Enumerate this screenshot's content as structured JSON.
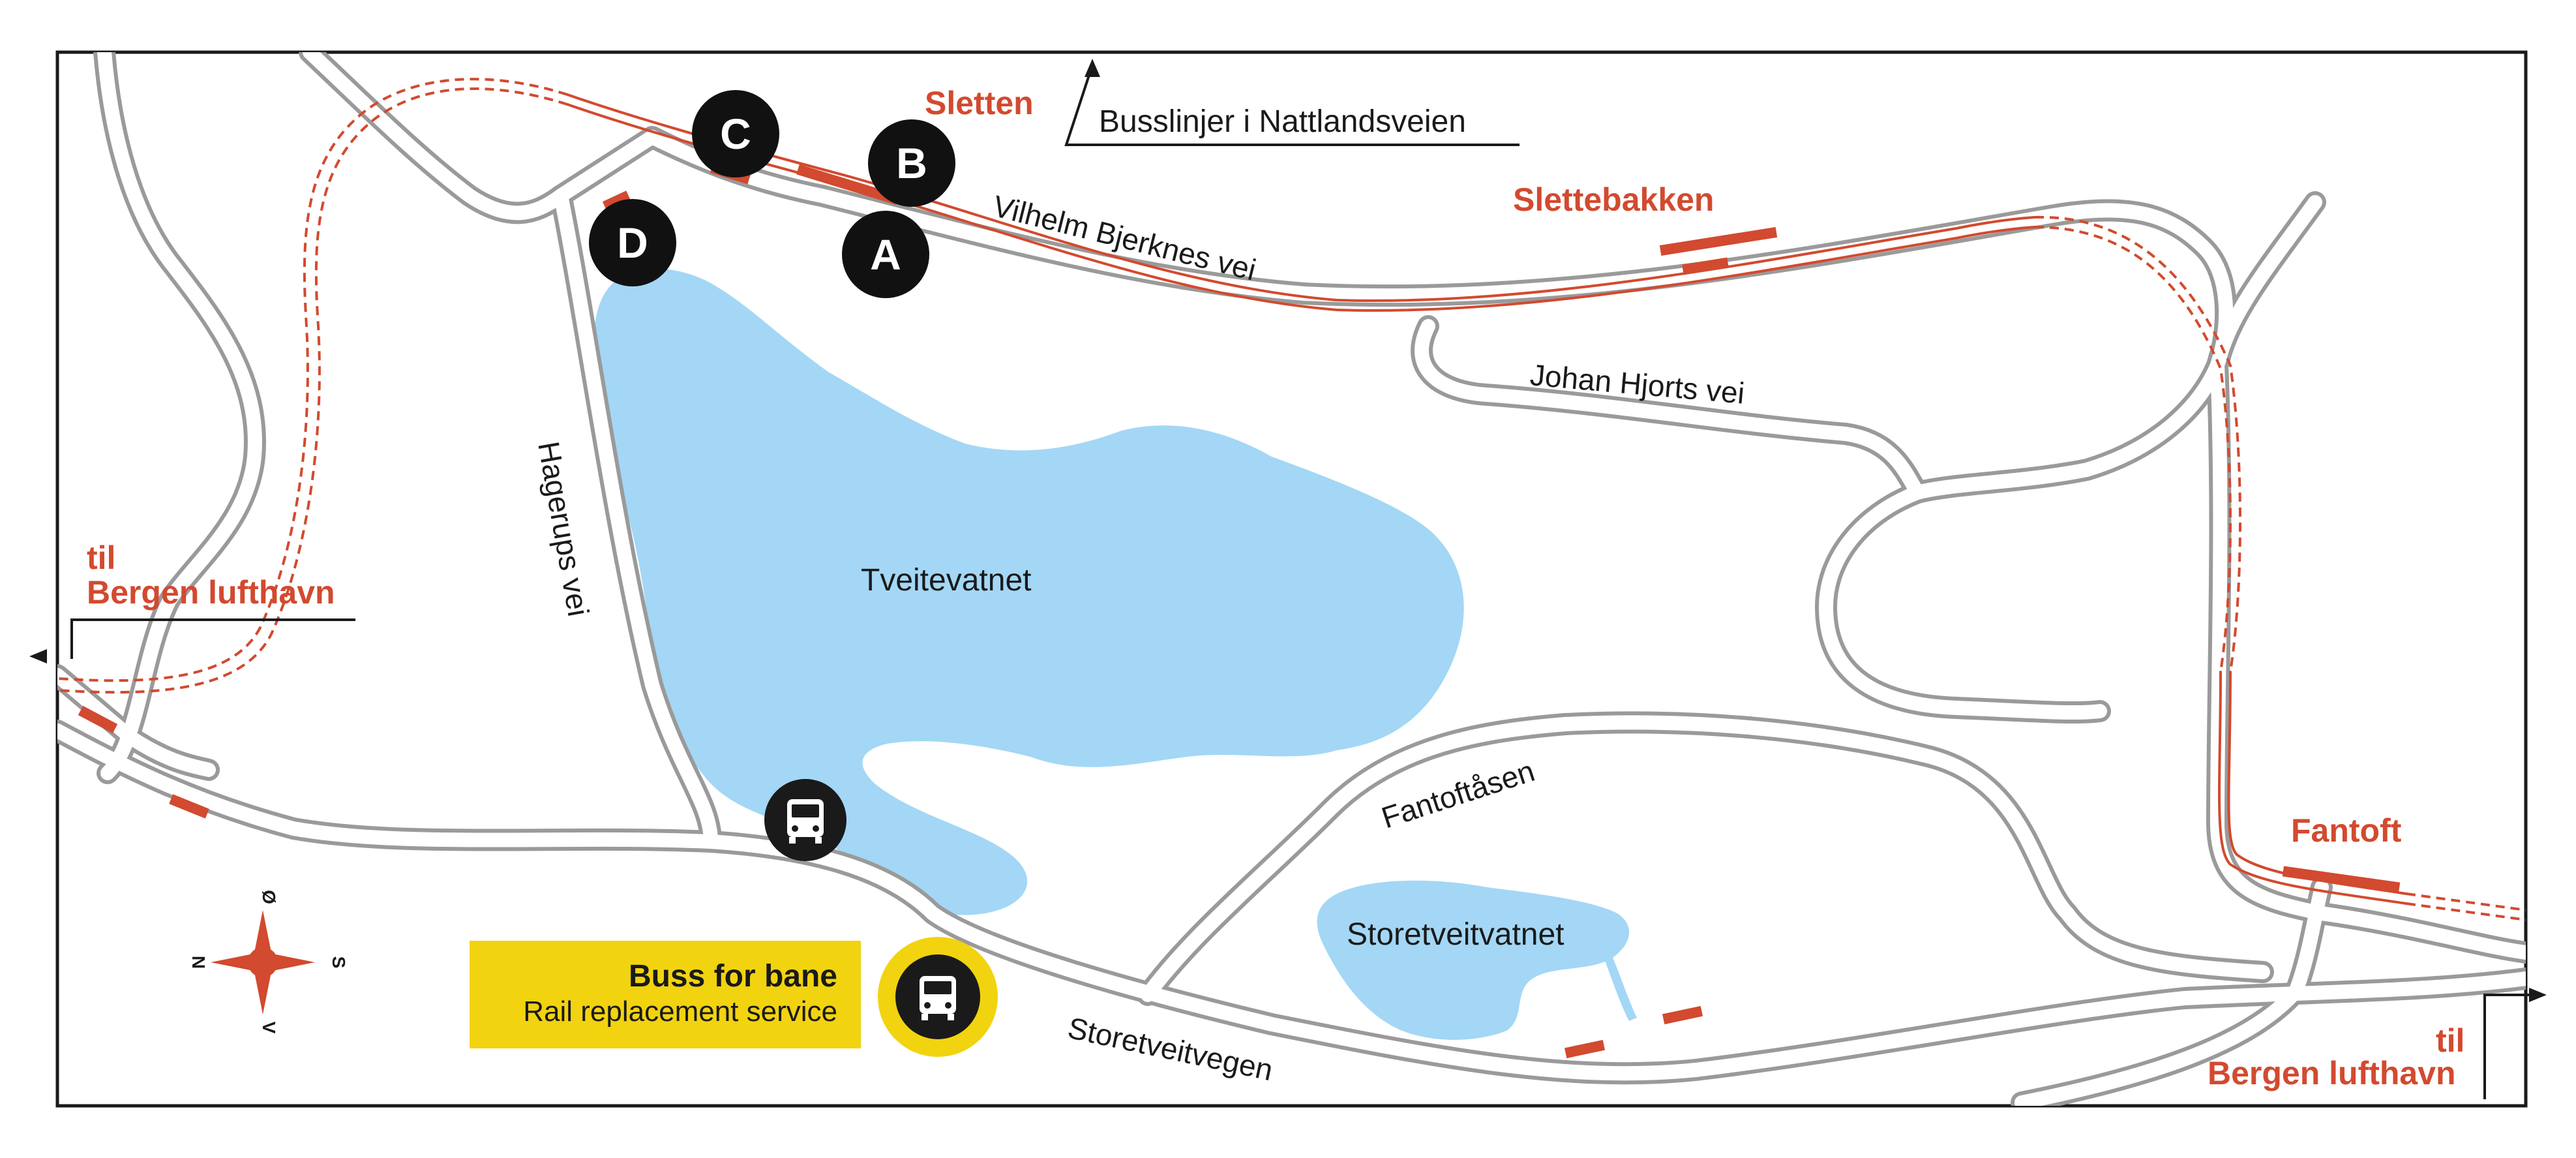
{
  "map": {
    "streets": {
      "vilhelm_bjerknes": "Vilhelm Bjerknes vei",
      "johan_hjorts": "Johan Hjorts vei",
      "hagerups": "Hagerups vei",
      "fantoftasen": "Fantoftåsen",
      "storetveitvegen": "Storetveitvegen"
    },
    "stations": {
      "sletten": "Sletten",
      "slettebakken": "Slettebakken",
      "fantoft": "Fantoft"
    },
    "lakes": {
      "tveitevatnet": "Tveitevatnet",
      "storetveitvatnet": "Storetveitvatnet"
    },
    "bus_stops": [
      "A",
      "B",
      "C",
      "D"
    ],
    "directions": {
      "nattland": "Busslinjer i Nattlandsveien",
      "airport_west_1": "til",
      "airport_west_2": "Bergen lufthavn",
      "airport_east_1": "til",
      "airport_east_2": "Bergen lufthavn"
    },
    "compass": {
      "north": "N",
      "east": "Ø",
      "south": "S",
      "west": "V"
    },
    "legend": {
      "title": "Buss for bane",
      "subtitle": "Rail replacement  service"
    },
    "icons": [
      "bus-icon",
      "compass-rose-icon",
      "arrow-icon"
    ],
    "colors": {
      "rail": "#d24a2f",
      "water": "#a3d7f5",
      "road": "#9a9a9a",
      "legend_bg": "#f2d30f",
      "stop_marker": "#111111"
    }
  }
}
